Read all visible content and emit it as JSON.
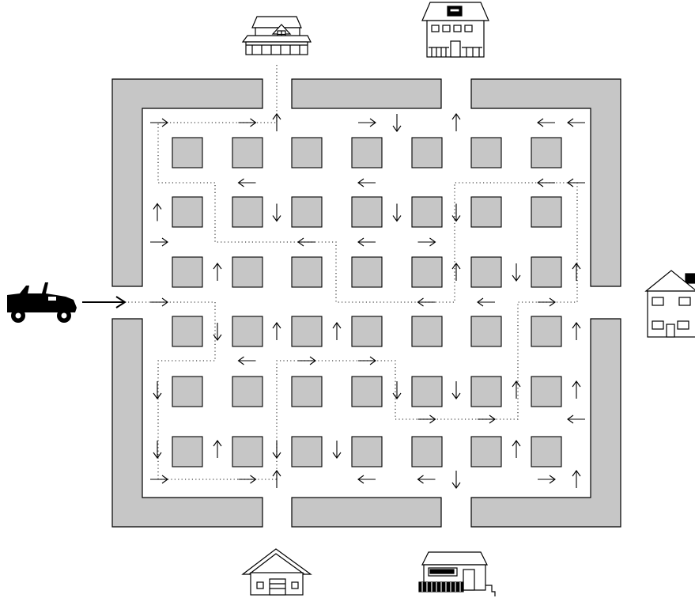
{
  "maze": {
    "wall_fill": "#c6c6c6",
    "block_fill": "#c6c6c6",
    "stroke": "#000000",
    "dot_color": "#555555",
    "start": "vehicle-left",
    "destinations": [
      "house-top-left",
      "house-top-right",
      "house-right",
      "house-bottom-left",
      "house-bottom-right"
    ]
  },
  "icons": {
    "vehicle": "jeep-icon",
    "houses": [
      "two-story-house-icon",
      "bungalow-icon",
      "colonial-house-icon",
      "gable-house-icon",
      "shop-house-icon"
    ]
  },
  "arrows": [
    [
      "r",
      0,
      0
    ],
    [
      "r",
      1,
      0
    ],
    [
      "u",
      2,
      0
    ],
    [
      "r",
      3,
      0
    ],
    [
      "d",
      4,
      0
    ],
    [
      "u",
      5,
      0
    ],
    [
      "l",
      6,
      0
    ],
    [
      "l",
      7,
      0
    ],
    [
      "u",
      0,
      1
    ],
    [
      "l",
      1,
      1
    ],
    [
      "d",
      2,
      1
    ],
    [
      "l",
      3,
      1
    ],
    [
      "d",
      4,
      1
    ],
    [
      "d",
      5,
      1
    ],
    [
      "l",
      6,
      1
    ],
    [
      "l",
      7,
      1
    ],
    [
      "r",
      0,
      2
    ],
    [
      "u",
      1,
      2
    ],
    [
      "l",
      2,
      2
    ],
    [
      "l",
      3,
      2
    ],
    [
      "r",
      4,
      2
    ],
    [
      "u",
      5,
      2
    ],
    [
      "d",
      6,
      2
    ],
    [
      "u",
      7,
      2
    ],
    [
      "r",
      0,
      3
    ],
    [
      "d",
      1,
      3
    ],
    [
      "u",
      2,
      3
    ],
    [
      "u",
      3,
      3
    ],
    [
      "l",
      4,
      3
    ],
    [
      "l",
      5,
      3
    ],
    [
      "r",
      6,
      3
    ],
    [
      "u",
      7,
      3
    ],
    [
      "d",
      0,
      4
    ],
    [
      "l",
      1,
      4
    ],
    [
      "r",
      2,
      4
    ],
    [
      "r",
      3,
      4
    ],
    [
      "d",
      4,
      4
    ],
    [
      "d",
      5,
      4
    ],
    [
      "u",
      6,
      4
    ],
    [
      "u",
      7,
      4
    ],
    [
      "d",
      0,
      5
    ],
    [
      "u",
      1,
      5
    ],
    [
      "d",
      2,
      5
    ],
    [
      "d",
      3,
      5
    ],
    [
      "r",
      4,
      5
    ],
    [
      "r",
      5,
      5
    ],
    [
      "u",
      6,
      5
    ],
    [
      "l",
      7,
      5
    ],
    [
      "r",
      0,
      6
    ],
    [
      "r",
      1,
      6
    ],
    [
      "u",
      2,
      6
    ],
    [
      "l",
      3,
      6
    ],
    [
      "l",
      4,
      6
    ],
    [
      "d",
      5,
      6
    ],
    [
      "r",
      6,
      6
    ],
    [
      "u",
      7,
      6
    ]
  ]
}
